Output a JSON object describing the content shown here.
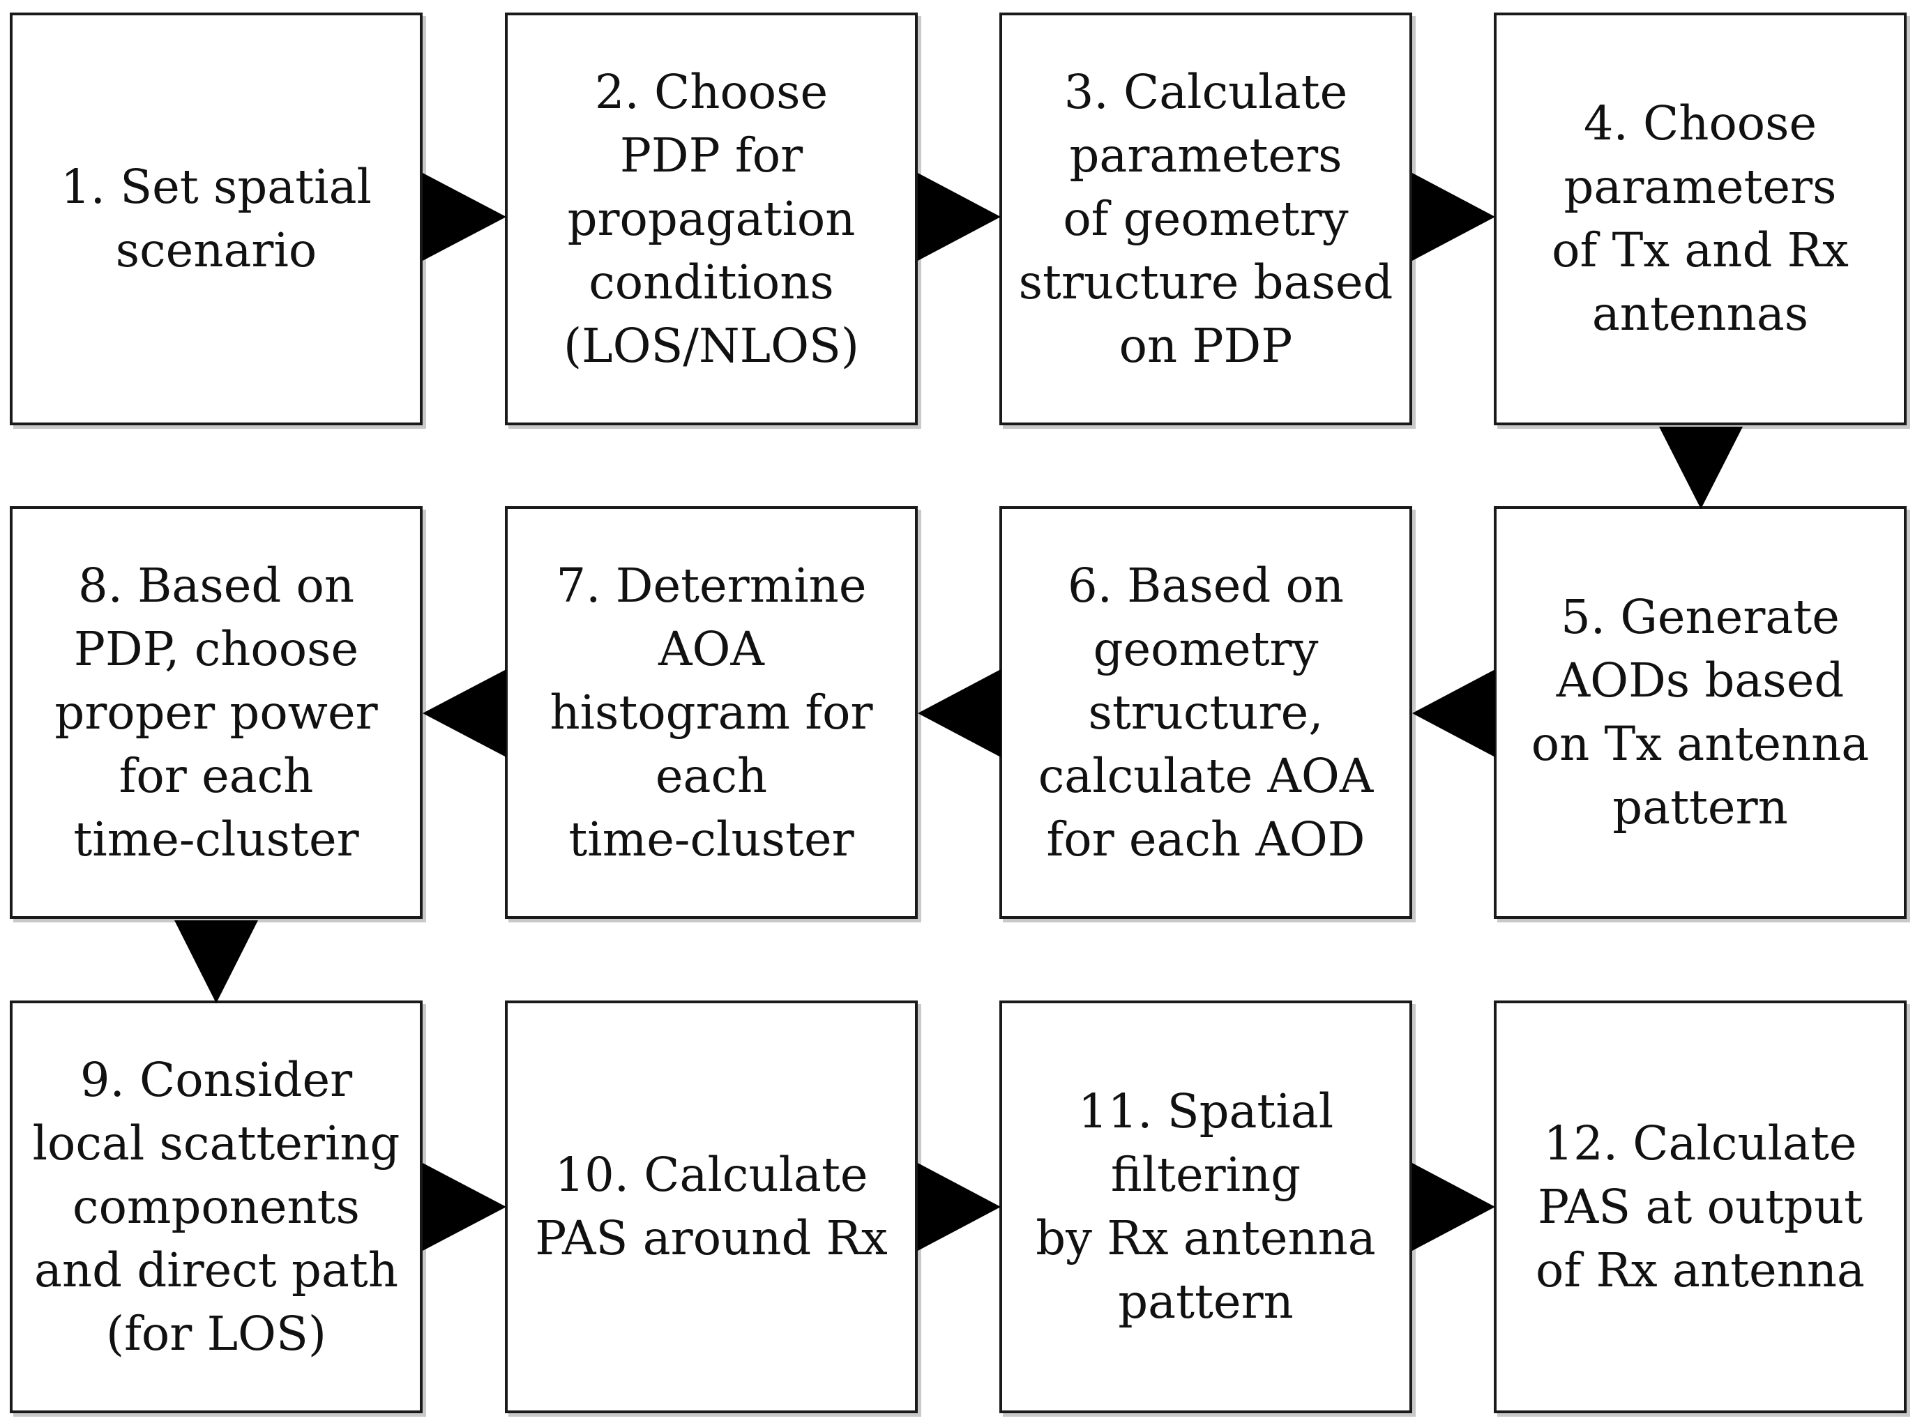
{
  "diagram": {
    "steps": [
      {
        "id": 1,
        "lines": [
          "1. Set spatial",
          "scenario"
        ]
      },
      {
        "id": 2,
        "lines": [
          "2. Choose",
          "PDP for",
          "propagation",
          "conditions",
          "(LOS/NLOS)"
        ]
      },
      {
        "id": 3,
        "lines": [
          "3. Calculate",
          "parameters",
          "of geometry",
          "structure based",
          "on PDP"
        ]
      },
      {
        "id": 4,
        "lines": [
          "4. Choose",
          "parameters",
          "of Tx and Rx",
          "antennas"
        ]
      },
      {
        "id": 5,
        "lines": [
          "5. Generate",
          "AODs based",
          "on Tx antenna",
          "pattern"
        ]
      },
      {
        "id": 6,
        "lines": [
          "6. Based on",
          "geometry",
          "structure,",
          "calculate AOA",
          "for each AOD"
        ]
      },
      {
        "id": 7,
        "lines": [
          "7. Determine",
          "AOA",
          "histogram for",
          "each",
          "time-cluster"
        ]
      },
      {
        "id": 8,
        "lines": [
          "8. Based on",
          "PDP, choose",
          "proper power",
          "for each",
          "time-cluster"
        ]
      },
      {
        "id": 9,
        "lines": [
          "9. Consider",
          "local scattering",
          "components",
          "and direct path",
          "(for LOS)"
        ]
      },
      {
        "id": 10,
        "lines": [
          "10. Calculate",
          "PAS around Rx"
        ]
      },
      {
        "id": 11,
        "lines": [
          "11. Spatial",
          "filtering",
          "by Rx antenna",
          "pattern"
        ]
      },
      {
        "id": 12,
        "lines": [
          "12. Calculate",
          "PAS at output",
          "of Rx antenna"
        ]
      }
    ],
    "connections": [
      {
        "from": 1,
        "to": 2,
        "direction": "right"
      },
      {
        "from": 2,
        "to": 3,
        "direction": "right"
      },
      {
        "from": 3,
        "to": 4,
        "direction": "right"
      },
      {
        "from": 4,
        "to": 5,
        "direction": "down"
      },
      {
        "from": 5,
        "to": 6,
        "direction": "left"
      },
      {
        "from": 6,
        "to": 7,
        "direction": "left"
      },
      {
        "from": 7,
        "to": 8,
        "direction": "left"
      },
      {
        "from": 8,
        "to": 9,
        "direction": "down"
      },
      {
        "from": 9,
        "to": 10,
        "direction": "right"
      },
      {
        "from": 10,
        "to": 11,
        "direction": "right"
      },
      {
        "from": 11,
        "to": 12,
        "direction": "right"
      }
    ],
    "colors": {
      "box_border": "#1a1a1a",
      "box_fill": "#ffffff",
      "box_shadow": "#c9c9c9",
      "arrow": "#000000",
      "text": "#111111"
    }
  }
}
